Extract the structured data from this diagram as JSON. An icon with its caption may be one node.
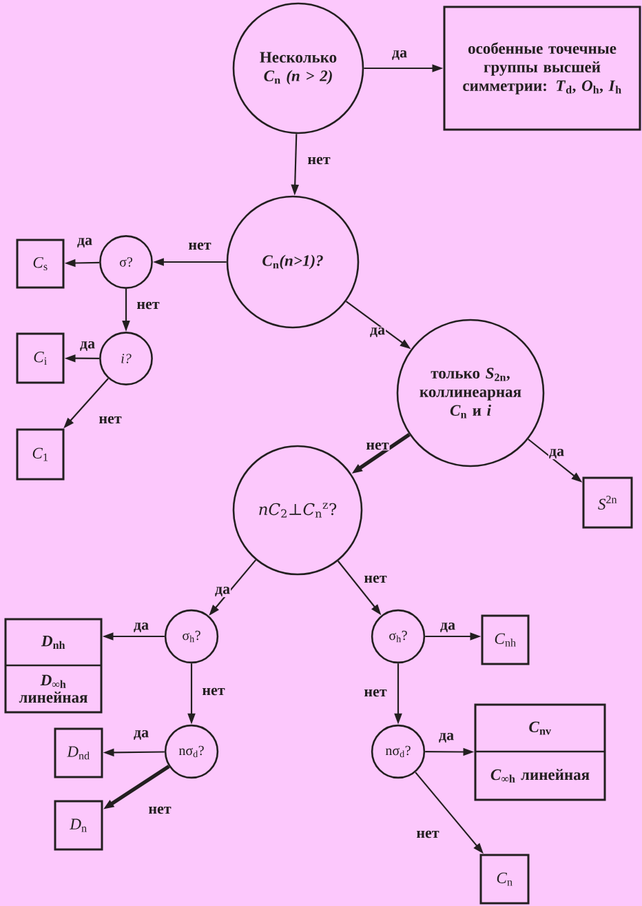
{
  "diagram": {
    "nodes": [
      {
        "text": [
          "Несколько",
          "*C*$_{n}$ *(n > 2)*"
        ]
      },
      {
        "text": [
          "особенные точечные группы высшей симметрии: *T*$_{d}$, *O*$_{h}$, *I*$_{h}$"
        ]
      },
      {
        "text": [
          "*C*$_{n}$*(n>1)?*"
        ]
      },
      {
        "text": [
          "σ?"
        ]
      },
      {
        "text": [
          "*C*$_{s}$"
        ]
      },
      {
        "text": [
          "*i?*"
        ]
      },
      {
        "text": [
          "*C*$_{i}$"
        ]
      },
      {
        "text": [
          "*C*$_{1}$"
        ]
      },
      {
        "text": [
          "только *S*$_{2n}$, коллинеарная *C*$_{n}$ и *i*"
        ]
      },
      {
        "text": [
          "*S*$^{2n}$"
        ]
      },
      {
        "text": [
          "*nC*$_{2}$⊥*C*$_{n}$$^{z}$?"
        ]
      },
      {
        "text": [
          "σ$_{h}$?"
        ]
      },
      {
        "text": [
          "*D*$_{nh}$",
          "*D*$_{∞h}$ линейная"
        ]
      },
      {
        "text": [
          "nσ$_{d}$?"
        ]
      },
      {
        "text": [
          "*D*$_{nd}$"
        ]
      },
      {
        "text": [
          "*D*$_{n}$"
        ]
      },
      {
        "text": [
          "σ$_{h}$?"
        ]
      },
      {
        "text": [
          "*C*$_{nh}$"
        ]
      },
      {
        "text": [
          "nσ$_{d}$?"
        ]
      },
      {
        "text": [
          "*C*$_{nv}$",
          "*C*$_{∞h}$ линейная"
        ]
      },
      {
        "text": [
          "*C*$_{n}$"
        ]
      }
    ],
    "edges": [
      {
        "from": 0,
        "to": 1,
        "arrow": "to",
        "label": "да"
      },
      {
        "from": 0,
        "to": 2,
        "arrow": "to",
        "label": "нет"
      },
      {
        "from": 2,
        "to": 3,
        "arrow": "to",
        "label": "нет"
      },
      {
        "from": 3,
        "to": 4,
        "arrow": "to",
        "label": "да"
      },
      {
        "from": 3,
        "to": 5,
        "arrow": "to",
        "label": "нет"
      },
      {
        "from": 5,
        "to": 6,
        "arrow": "to",
        "label": "да"
      },
      {
        "from": 5,
        "to": 7,
        "arrow": "to",
        "label": "нет"
      },
      {
        "from": 2,
        "to": 8,
        "arrow": "to",
        "label": "да"
      },
      {
        "from": 8,
        "to": 9,
        "arrow": "to",
        "label": "да"
      },
      {
        "from": 8,
        "to": 10,
        "arrow": "to",
        "label": "нет",
        "style": "thick"
      },
      {
        "from": 10,
        "to": 11,
        "arrow": "to",
        "label": "да"
      },
      {
        "from": 10,
        "to": 16,
        "arrow": "to",
        "label": "нет"
      },
      {
        "from": 11,
        "to": 12,
        "arrow": "to",
        "label": "да"
      },
      {
        "from": 11,
        "to": 13,
        "arrow": "to",
        "label": "нет"
      },
      {
        "from": 13,
        "to": 14,
        "arrow": "to",
        "label": "да"
      },
      {
        "from": 13,
        "to": 15,
        "arrow": "to",
        "label": "нет",
        "style": "thick"
      },
      {
        "from": 16,
        "to": 17,
        "arrow": "to",
        "label": "да"
      },
      {
        "from": 16,
        "to": 18,
        "arrow": "to",
        "label": "нет"
      },
      {
        "from": 18,
        "to": 19,
        "arrow": "to",
        "label": "да"
      },
      {
        "from": 18,
        "to": 20,
        "arrow": "to",
        "label": "нет"
      }
    ]
  }
}
